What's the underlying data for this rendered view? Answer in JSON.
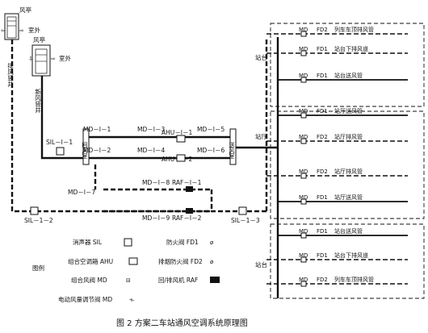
{
  "caption": "图 2    方案二车站通风空调系统原理图",
  "towers": {
    "top_label": "风亭",
    "mid_label": "风亭",
    "outdoor_top": "室外",
    "outdoor_mid": "室外",
    "exhaust_shaft": "排风竖井",
    "fresh_shaft": "新风竖井"
  },
  "components": {
    "sil_1_1": "SIL－Ⅰ－1",
    "sil_1_2": "SIL－1－2",
    "sil_1_3": "SIL－1－3",
    "md_1_1": "MD－Ⅰ－1",
    "md_1_2": "MD－Ⅰ－2",
    "md_1_3": "MD－Ⅰ－3",
    "md_1_4": "MD－Ⅰ－4",
    "md_1_5": "MD－Ⅰ－5",
    "md_1_6": "MD－Ⅰ－6",
    "md_1_7": "MD－Ⅰ－7",
    "md_1_8": "MD－Ⅰ－8",
    "md_1_9": "MD－Ⅰ－9",
    "ahu_1_1": "AHU－Ⅰ－1",
    "ahu_1_2": "AHU－Ⅰ－2",
    "raf_1_1": "RAF－Ⅰ－1",
    "raf_1_2": "RAF－Ⅰ－2",
    "plenum_left": "回风室",
    "plenum_right": "送风室"
  },
  "zones": {
    "platform_top": "站台",
    "concourse": "站厅",
    "platform_bottom": "站台"
  },
  "branches": [
    {
      "valve": "MD",
      "damper": "FD2",
      "name": "列车车顶排风管"
    },
    {
      "valve": "MD",
      "damper": "FD1",
      "name": "站台下排风道"
    },
    {
      "valve": "MD",
      "damper": "FD1",
      "name": "站台送风管"
    },
    {
      "valve": "MD",
      "damper": "FD1",
      "name": "站厅送风管"
    },
    {
      "valve": "MD",
      "damper": "FD2",
      "name": "站厅排风管"
    },
    {
      "valve": "MD",
      "damper": "FD2",
      "name": "站厅排风管"
    },
    {
      "valve": "MD",
      "damper": "FD1",
      "name": "站厅送风管"
    },
    {
      "valve": "MD",
      "damper": "FD1",
      "name": "站台送风管"
    },
    {
      "valve": "MD",
      "damper": "FD1",
      "name": "站台下排风道"
    },
    {
      "valve": "MD",
      "damper": "FD2",
      "name": "列车车顶排风管"
    }
  ],
  "legend": {
    "title": "图例",
    "silencer": "消声器 SIL",
    "ahu": "组合空调箱 AHU",
    "md": "组合风阀 MD",
    "emd": "电动风量调节阀  MD",
    "fd1": "防火阀 FD1",
    "fd2": "排烟防火阀 FD2",
    "raf": "回/排风机 RAF"
  }
}
